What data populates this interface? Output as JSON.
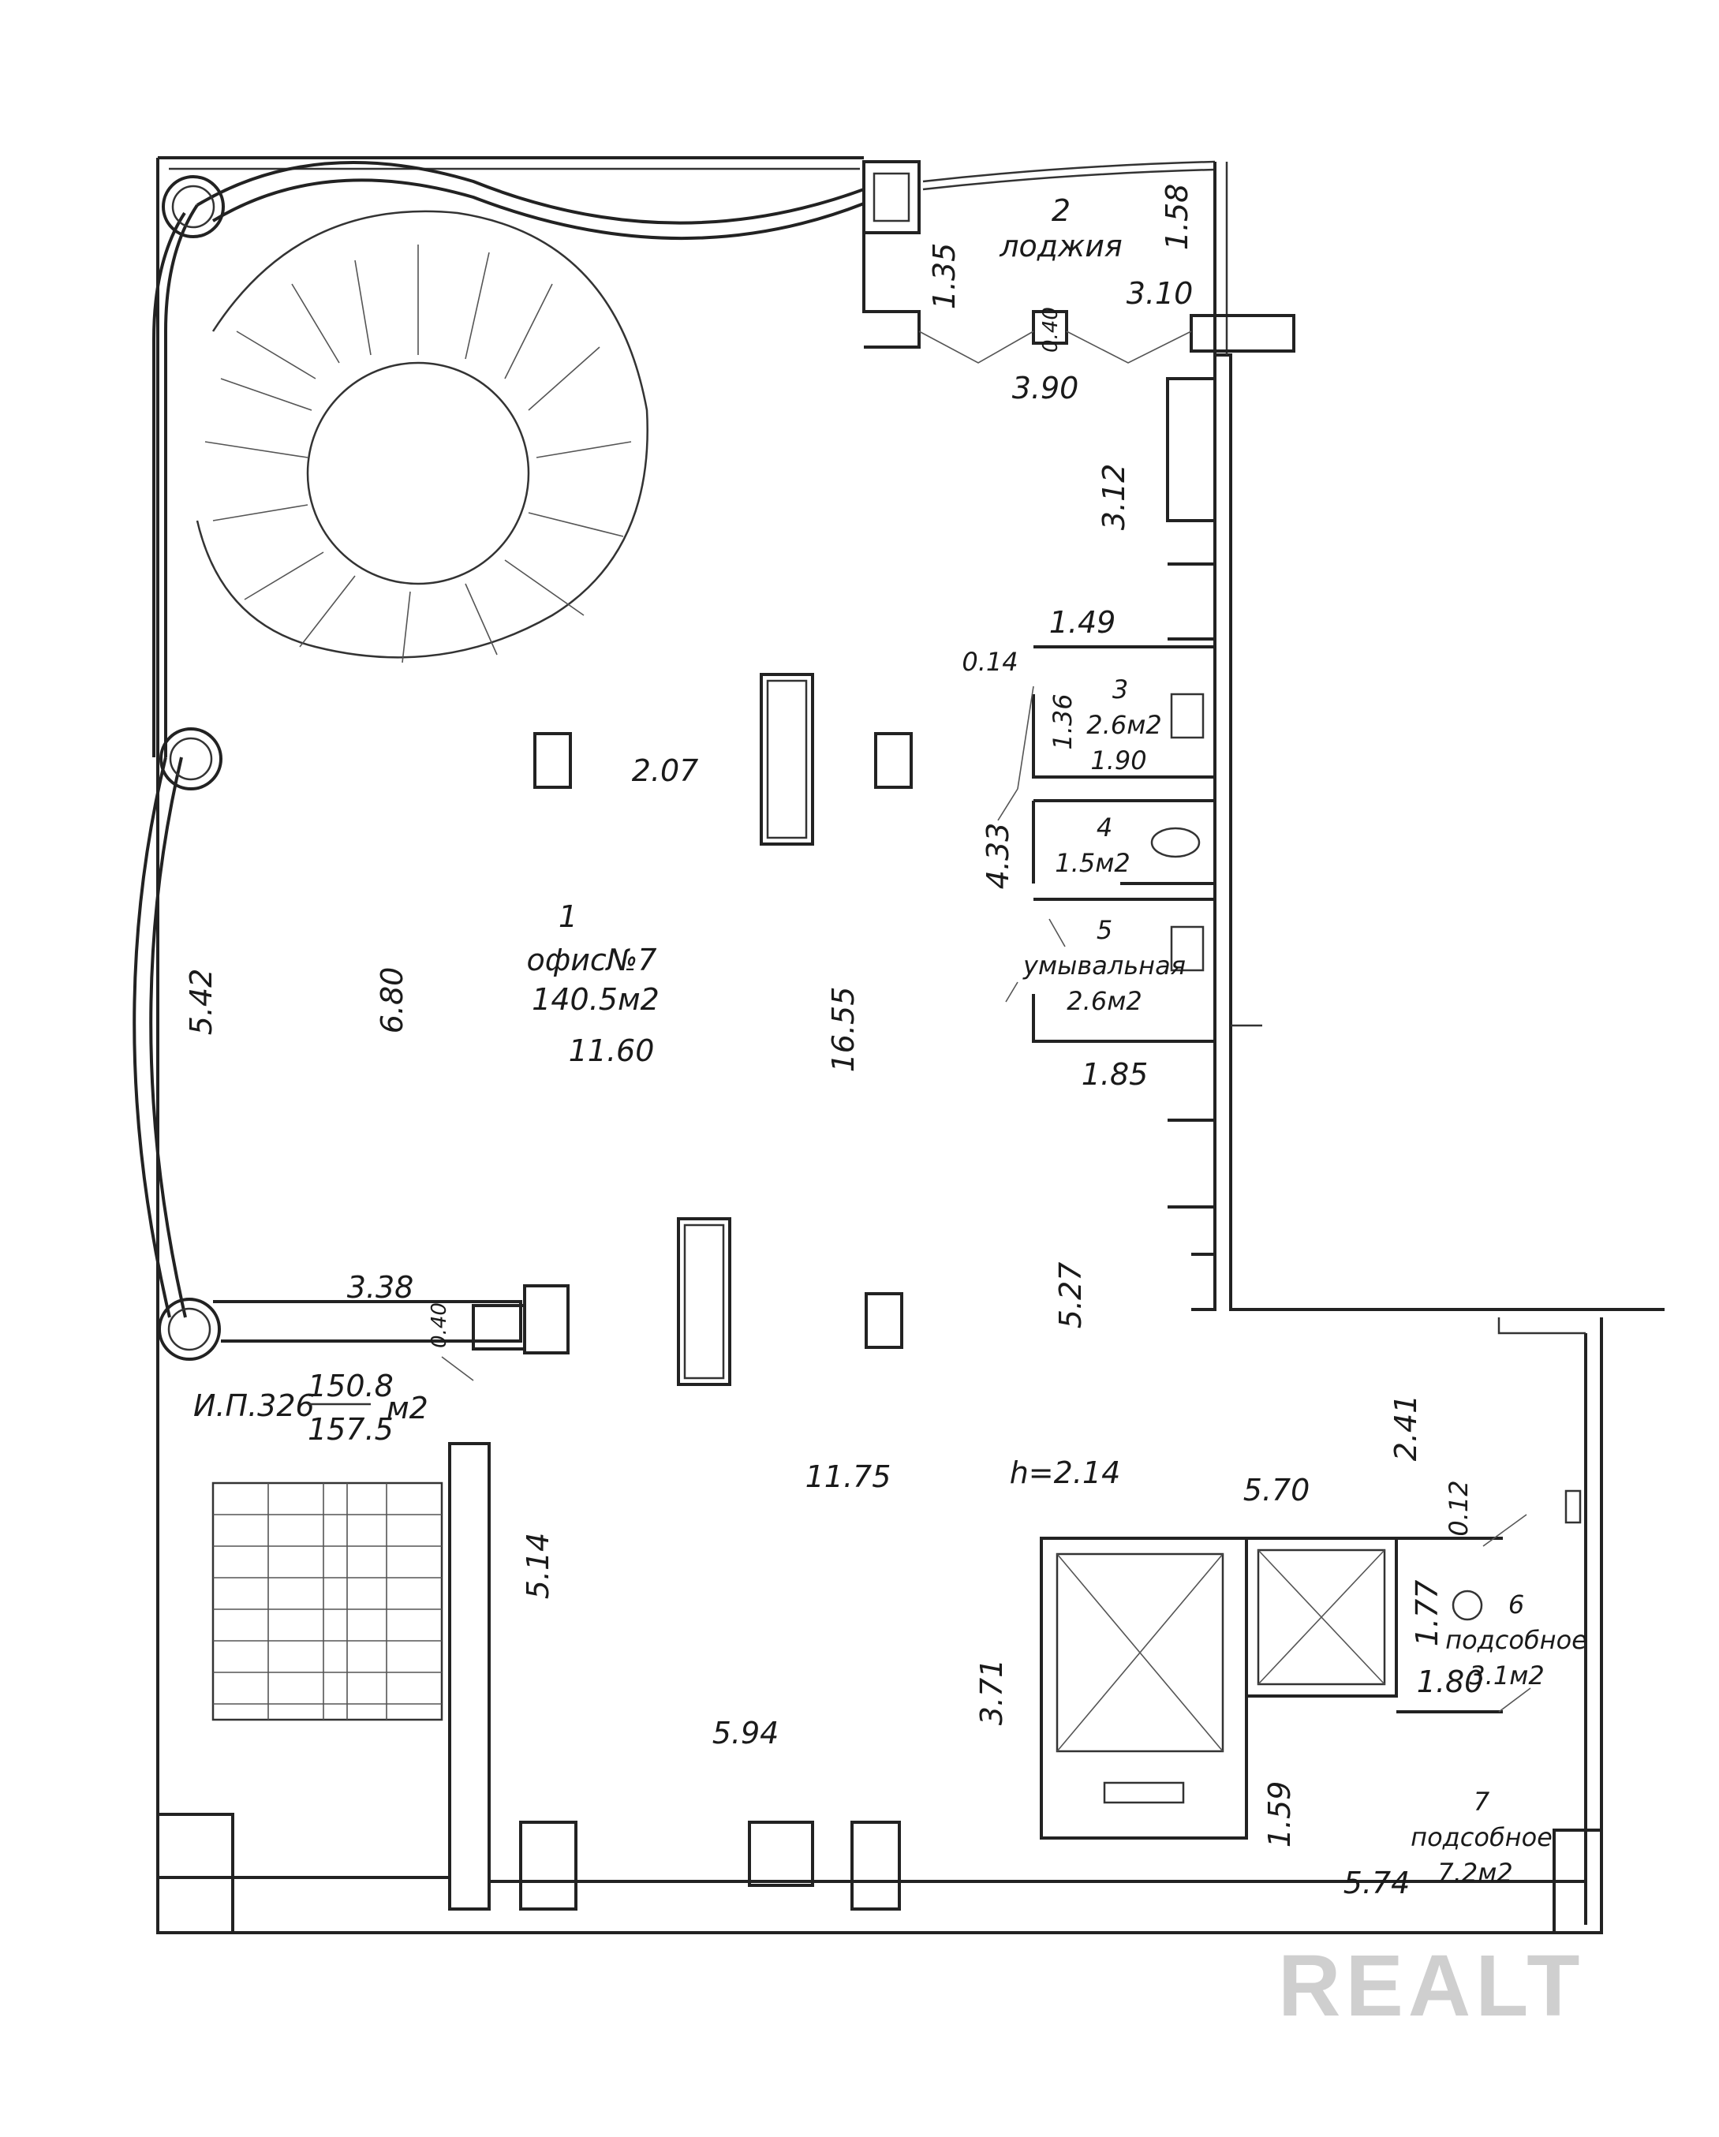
{
  "watermark": "REALT",
  "rooms": {
    "office": {
      "number": "1",
      "name": "офис№7",
      "area": "140.5м2"
    },
    "loggia": {
      "number": "2",
      "name": "лоджия"
    },
    "room3": {
      "number": "3",
      "area": "2.6м2"
    },
    "room4": {
      "number": "4",
      "area": "1.5м2"
    },
    "room5": {
      "number": "5",
      "name": "умывальная",
      "area": "2.6м2"
    },
    "room6": {
      "number": "6",
      "name": "подсобное",
      "area": "3.1м2"
    },
    "room7": {
      "number": "7",
      "name": "подсобное",
      "area": "7.2м2"
    }
  },
  "inventory": {
    "prefix": "И.П.326",
    "area_top": "150.8",
    "area_bottom": "157.5",
    "unit": "м2"
  },
  "ceiling_height": "h=2.14",
  "dimensions": {
    "d_1_35": "1.35",
    "d_1_58": "1.58",
    "d_3_10": "3.10",
    "d_0_40_top": "0.40",
    "d_3_90": "3.90",
    "d_3_12": "3.12",
    "d_1_49": "1.49",
    "d_0_14": "0.14",
    "d_1_36": "1.36",
    "d_1_90": "1.90",
    "d_2_07": "2.07",
    "d_4_33": "4.33",
    "d_5_42": "5.42",
    "d_6_80": "6.80",
    "d_11_60": "11.60",
    "d_16_55": "16.55",
    "d_1_85": "1.85",
    "d_5_27": "5.27",
    "d_3_38": "3.38",
    "d_0_40_mid": "0.40",
    "d_2_41": "2.41",
    "d_11_75": "11.75",
    "d_5_70": "5.70",
    "d_0_12": "0.12",
    "d_5_14": "5.14",
    "d_1_77": "1.77",
    "d_1_80": "1.80",
    "d_3_71": "3.71",
    "d_5_94": "5.94",
    "d_1_59": "1.59",
    "d_5_74": "5.74"
  }
}
